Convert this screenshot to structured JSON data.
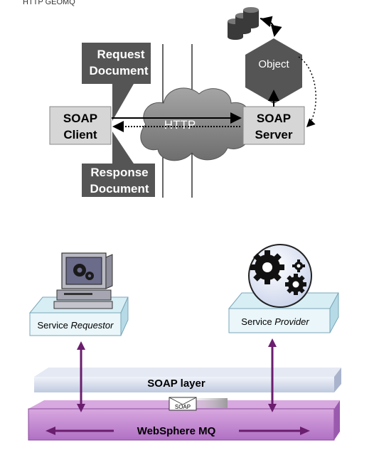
{
  "top_caption": "HTTP GEOMQ",
  "top_diagram": {
    "request_document": [
      "Request",
      "Document"
    ],
    "response_document": [
      "Response",
      "Document"
    ],
    "soap_client": [
      "SOAP",
      "Client"
    ],
    "soap_server": [
      "SOAP",
      "Server"
    ],
    "http": "HTTP",
    "object": "Object"
  },
  "bottom_diagram": {
    "service_requestor": {
      "prefix": "Service ",
      "emphasis": "Requestor"
    },
    "service_provider": {
      "prefix": "Service ",
      "emphasis": "Provider"
    },
    "soap_layer": "SOAP layer",
    "soap_envelope": "SOAP",
    "websphere_mq": "WebSphere MQ"
  },
  "colors": {
    "dark_gray_box": "#555555",
    "light_gray_box": "#d6d6d6",
    "cloud": "#8c8c8c",
    "object_hex": "#555555",
    "connector_purple": "#6b1d6e",
    "mq_bar": "#c07fd0",
    "platform_top": "#d8eef5"
  }
}
